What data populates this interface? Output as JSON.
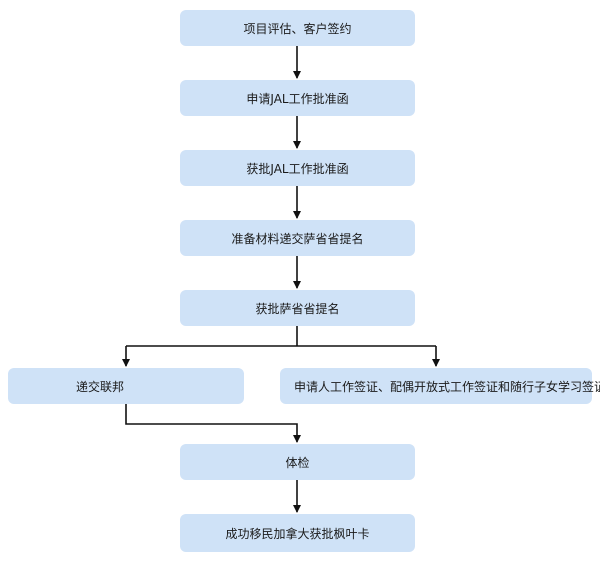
{
  "diagram": {
    "steps": [
      "项目评估、客户签约",
      "申请JAL工作批准函",
      "获批JAL工作批准函",
      "准备材料递交萨省省提名",
      "获批萨省省提名"
    ],
    "branch_left": "递交联邦",
    "branch_right": "申请人工作签证、配偶开放式工作签证和随行子女学习签证",
    "step_medical": "体检",
    "step_final": "成功移民加拿大获批枫叶卡"
  }
}
